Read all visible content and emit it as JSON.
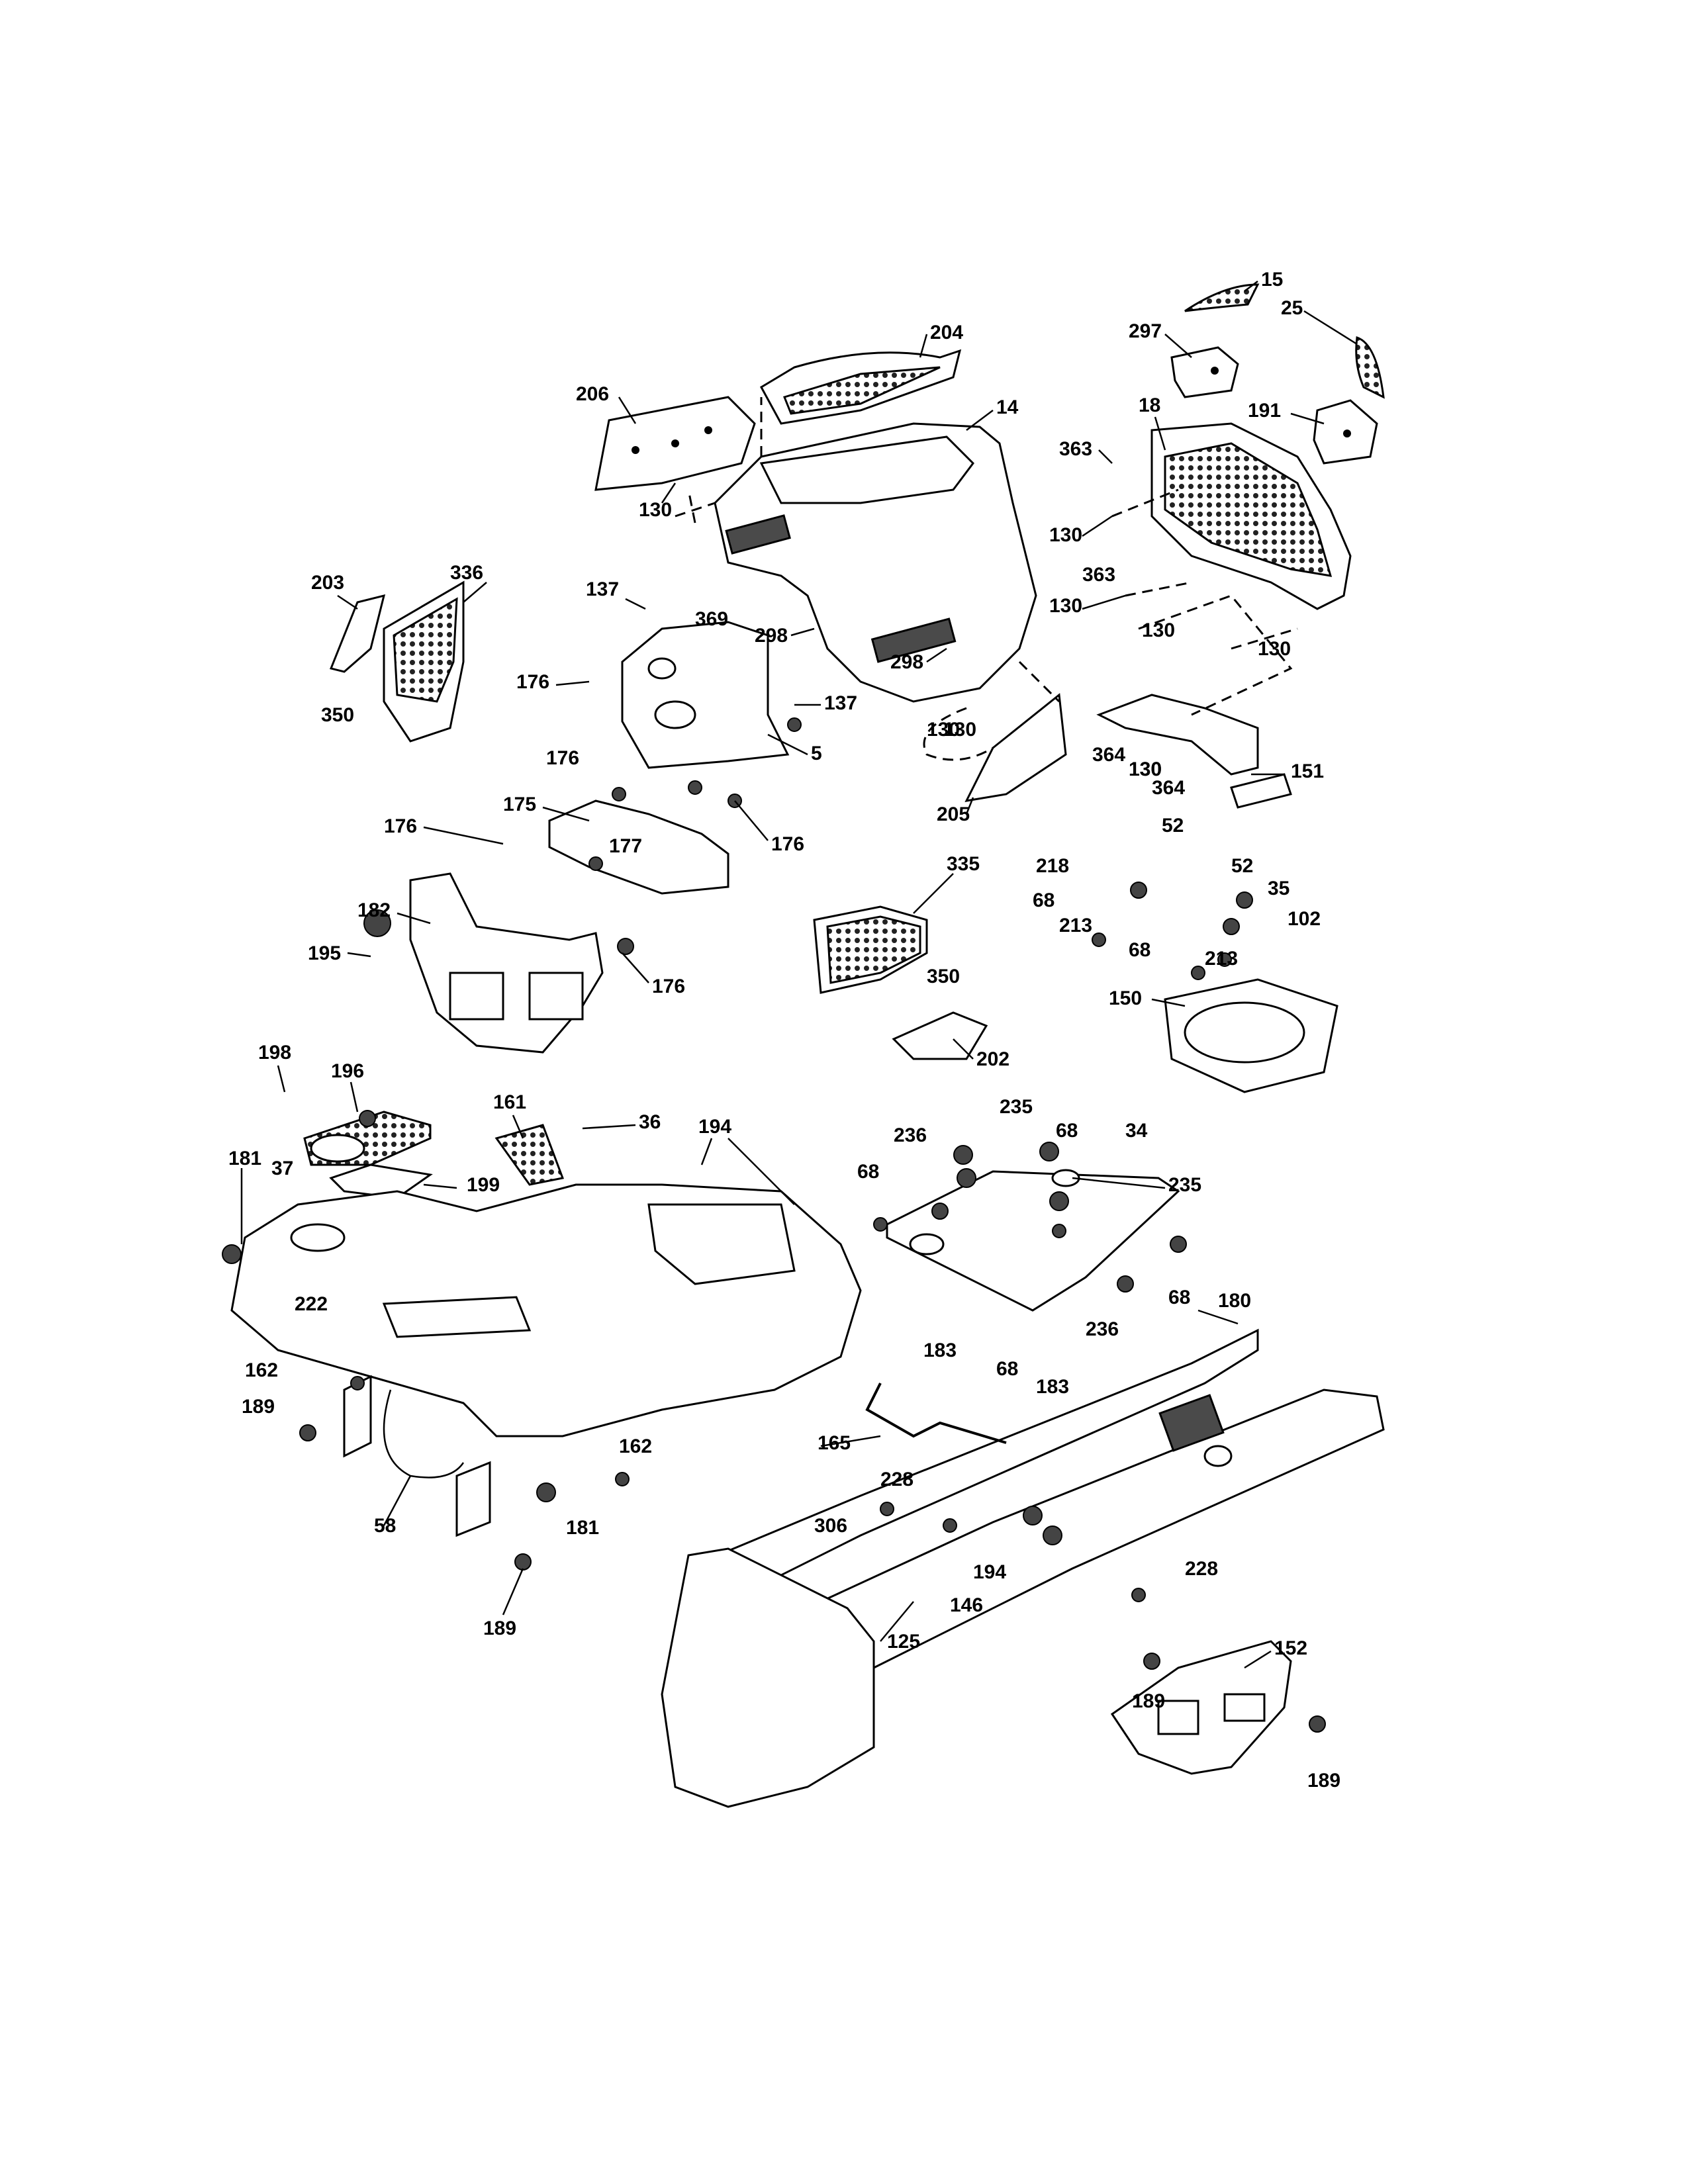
{
  "callouts": [
    "15",
    "204",
    "297",
    "25",
    "14",
    "206",
    "18",
    "191",
    "363",
    "130",
    "130",
    "130",
    "130",
    "363",
    "130",
    "130",
    "130",
    "369",
    "298",
    "298",
    "203",
    "336",
    "137",
    "176",
    "137",
    "350",
    "5",
    "176",
    "130",
    "364",
    "130",
    "151",
    "364",
    "205",
    "176",
    "175",
    "177",
    "176",
    "52",
    "218",
    "52",
    "68",
    "213",
    "35",
    "102",
    "68",
    "213",
    "182",
    "195",
    "176",
    "335",
    "350",
    "202",
    "150",
    "198",
    "196",
    "161",
    "36",
    "194",
    "235",
    "236",
    "68",
    "34",
    "181",
    "37",
    "199",
    "68",
    "235",
    "222",
    "68",
    "180",
    "183",
    "68",
    "236",
    "183",
    "162",
    "189",
    "162",
    "165",
    "181",
    "58",
    "228",
    "306",
    "194",
    "146",
    "228",
    "189",
    "125",
    "152",
    "189",
    "189"
  ]
}
